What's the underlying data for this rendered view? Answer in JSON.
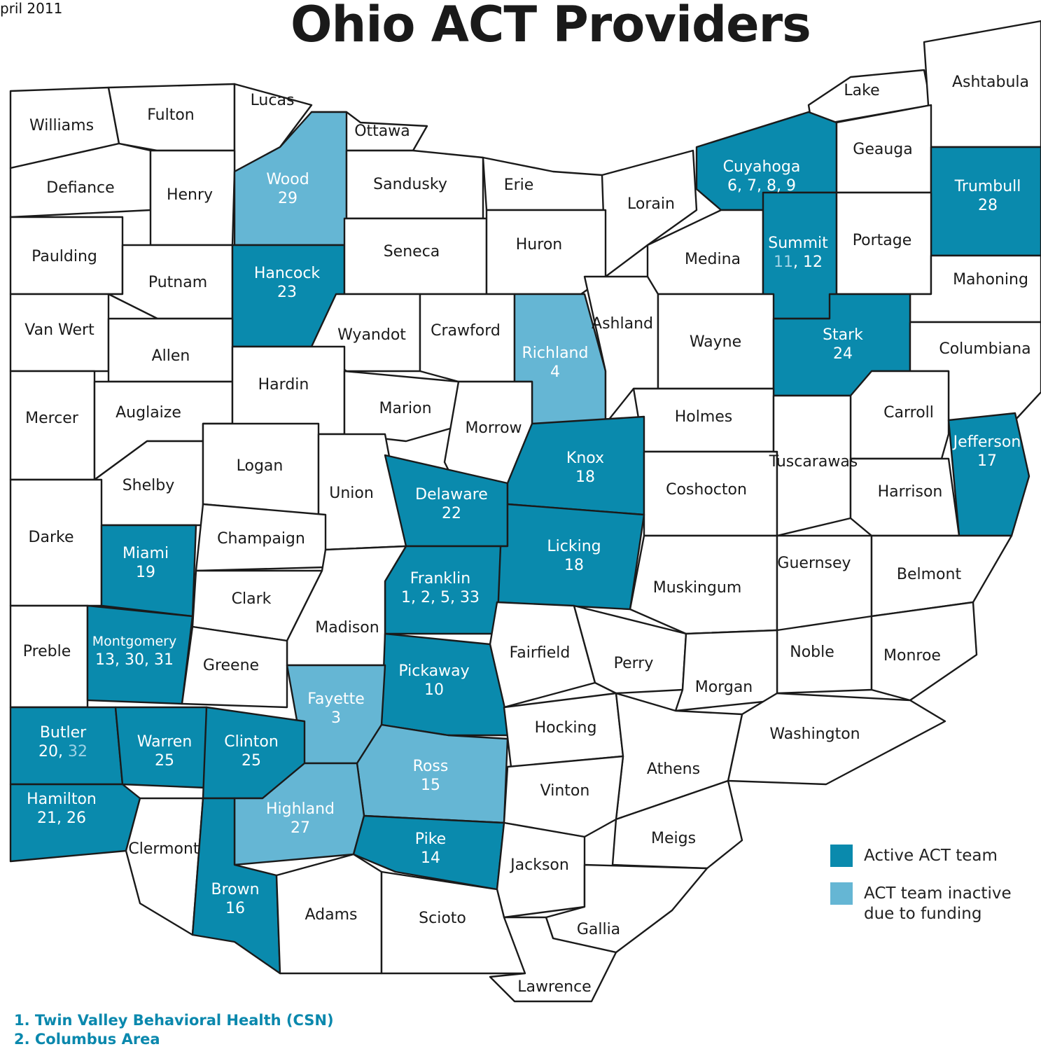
{
  "header": {
    "date": "pril 2011",
    "title": "Ohio ACT Providers"
  },
  "colors": {
    "active": "#0a8aad",
    "inactive": "#65b6d4",
    "none": "#ffffff",
    "border": "#1a1a1a",
    "label_dark": "#1a1a1a",
    "label_light": "#ffffff"
  },
  "legend": {
    "active_label": "Active ACT team",
    "inactive_label_line1": "ACT team inactive",
    "inactive_label_line2": "due to funding"
  },
  "providers": [
    "1. Twin Valley Behavioral Health (CSN)",
    "2. Columbus Area"
  ],
  "counties": [
    {
      "name": "Williams",
      "status": "none"
    },
    {
      "name": "Fulton",
      "status": "none"
    },
    {
      "name": "Lucas",
      "status": "none"
    },
    {
      "name": "Ottawa",
      "status": "none"
    },
    {
      "name": "Lake",
      "status": "none"
    },
    {
      "name": "Ashtabula",
      "status": "none"
    },
    {
      "name": "Defiance",
      "status": "none"
    },
    {
      "name": "Henry",
      "status": "none"
    },
    {
      "name": "Wood",
      "status": "inactive",
      "providers": [
        {
          "num": "29",
          "status": "inactive"
        }
      ]
    },
    {
      "name": "Sandusky",
      "status": "none"
    },
    {
      "name": "Erie",
      "status": "none"
    },
    {
      "name": "Lorain",
      "status": "none"
    },
    {
      "name": "Cuyahoga",
      "status": "active",
      "providers": [
        {
          "num": "6",
          "status": "active"
        },
        {
          "num": "7",
          "status": "active"
        },
        {
          "num": "8",
          "status": "active"
        },
        {
          "num": "9",
          "status": "active"
        }
      ]
    },
    {
      "name": "Geauga",
      "status": "none"
    },
    {
      "name": "Trumbull",
      "status": "active",
      "providers": [
        {
          "num": "28",
          "status": "active"
        }
      ]
    },
    {
      "name": "Paulding",
      "status": "none"
    },
    {
      "name": "Putnam",
      "status": "none"
    },
    {
      "name": "Hancock",
      "status": "active",
      "providers": [
        {
          "num": "23",
          "status": "active"
        }
      ]
    },
    {
      "name": "Seneca",
      "status": "none"
    },
    {
      "name": "Huron",
      "status": "none"
    },
    {
      "name": "Medina",
      "status": "none"
    },
    {
      "name": "Summit",
      "status": "active",
      "providers": [
        {
          "num": "11",
          "status": "inactive"
        },
        {
          "num": "12",
          "status": "active"
        }
      ]
    },
    {
      "name": "Portage",
      "status": "none"
    },
    {
      "name": "Mahoning",
      "status": "none"
    },
    {
      "name": "Van Wert",
      "status": "none"
    },
    {
      "name": "Allen",
      "status": "none"
    },
    {
      "name": "Wyandot",
      "status": "none"
    },
    {
      "name": "Crawford",
      "status": "none"
    },
    {
      "name": "Richland",
      "status": "inactive",
      "providers": [
        {
          "num": "4",
          "status": "inactive"
        }
      ]
    },
    {
      "name": "Ashland",
      "status": "none"
    },
    {
      "name": "Wayne",
      "status": "none"
    },
    {
      "name": "Stark",
      "status": "active",
      "providers": [
        {
          "num": "24",
          "status": "active"
        }
      ]
    },
    {
      "name": "Columbiana",
      "status": "none"
    },
    {
      "name": "Mercer",
      "status": "none"
    },
    {
      "name": "Auglaize",
      "status": "none"
    },
    {
      "name": "Hardin",
      "status": "none"
    },
    {
      "name": "Marion",
      "status": "none"
    },
    {
      "name": "Morrow",
      "status": "none"
    },
    {
      "name": "Holmes",
      "status": "none"
    },
    {
      "name": "Carroll",
      "status": "none"
    },
    {
      "name": "Jefferson",
      "status": "active",
      "providers": [
        {
          "num": "17",
          "status": "active"
        }
      ]
    },
    {
      "name": "Shelby",
      "status": "none"
    },
    {
      "name": "Logan",
      "status": "none"
    },
    {
      "name": "Union",
      "status": "none"
    },
    {
      "name": "Delaware",
      "status": "active",
      "providers": [
        {
          "num": "22",
          "status": "active"
        }
      ]
    },
    {
      "name": "Knox",
      "status": "active",
      "providers": [
        {
          "num": "18",
          "status": "active"
        }
      ]
    },
    {
      "name": "Coshocton",
      "status": "none"
    },
    {
      "name": "Tuscarawas",
      "status": "none"
    },
    {
      "name": "Harrison",
      "status": "none"
    },
    {
      "name": "Darke",
      "status": "none"
    },
    {
      "name": "Miami",
      "status": "active",
      "providers": [
        {
          "num": "19",
          "status": "active"
        }
      ]
    },
    {
      "name": "Champaign",
      "status": "none"
    },
    {
      "name": "Licking",
      "status": "active",
      "providers": [
        {
          "num": "18",
          "status": "active"
        }
      ]
    },
    {
      "name": "Muskingum",
      "status": "none"
    },
    {
      "name": "Guernsey",
      "status": "none"
    },
    {
      "name": "Belmont",
      "status": "none"
    },
    {
      "name": "Clark",
      "status": "none"
    },
    {
      "name": "Franklin",
      "status": "active",
      "providers": [
        {
          "num": "1",
          "status": "active"
        },
        {
          "num": "2",
          "status": "active"
        },
        {
          "num": "5",
          "status": "active"
        },
        {
          "num": "33",
          "status": "active"
        }
      ]
    },
    {
      "name": "Madison",
      "status": "none"
    },
    {
      "name": "Preble",
      "status": "none"
    },
    {
      "name": "Montgomery",
      "status": "active",
      "providers": [
        {
          "num": "13",
          "status": "active"
        },
        {
          "num": "30",
          "status": "active"
        },
        {
          "num": "31",
          "status": "active"
        }
      ]
    },
    {
      "name": "Greene",
      "status": "none"
    },
    {
      "name": "Fairfield",
      "status": "none"
    },
    {
      "name": "Perry",
      "status": "none"
    },
    {
      "name": "Noble",
      "status": "none"
    },
    {
      "name": "Monroe",
      "status": "none"
    },
    {
      "name": "Pickaway",
      "status": "active",
      "providers": [
        {
          "num": "10",
          "status": "active"
        }
      ]
    },
    {
      "name": "Morgan",
      "status": "none"
    },
    {
      "name": "Fayette",
      "status": "inactive",
      "providers": [
        {
          "num": "3",
          "status": "inactive"
        }
      ]
    },
    {
      "name": "Butler",
      "status": "active",
      "providers": [
        {
          "num": "20",
          "status": "active"
        },
        {
          "num": "32",
          "status": "inactive"
        }
      ]
    },
    {
      "name": "Warren",
      "status": "active",
      "providers": [
        {
          "num": "25",
          "status": "active"
        }
      ]
    },
    {
      "name": "Clinton",
      "status": "active",
      "providers": [
        {
          "num": "25",
          "status": "active"
        }
      ]
    },
    {
      "name": "Hocking",
      "status": "none"
    },
    {
      "name": "Washington",
      "status": "none"
    },
    {
      "name": "Ross",
      "status": "inactive",
      "providers": [
        {
          "num": "15",
          "status": "inactive"
        }
      ]
    },
    {
      "name": "Athens",
      "status": "none"
    },
    {
      "name": "Hamilton",
      "status": "active",
      "providers": [
        {
          "num": "21",
          "status": "active"
        },
        {
          "num": "26",
          "status": "active"
        }
      ]
    },
    {
      "name": "Highland",
      "status": "inactive",
      "providers": [
        {
          "num": "27",
          "status": "inactive"
        }
      ]
    },
    {
      "name": "Vinton",
      "status": "none"
    },
    {
      "name": "Clermont",
      "status": "none"
    },
    {
      "name": "Pike",
      "status": "active",
      "providers": [
        {
          "num": "14",
          "status": "active"
        }
      ]
    },
    {
      "name": "Meigs",
      "status": "none"
    },
    {
      "name": "Jackson",
      "status": "none"
    },
    {
      "name": "Brown",
      "status": "active",
      "providers": [
        {
          "num": "16",
          "status": "active"
        }
      ]
    },
    {
      "name": "Adams",
      "status": "none"
    },
    {
      "name": "Scioto",
      "status": "none"
    },
    {
      "name": "Gallia",
      "status": "none"
    },
    {
      "name": "Lawrence",
      "status": "none"
    }
  ]
}
